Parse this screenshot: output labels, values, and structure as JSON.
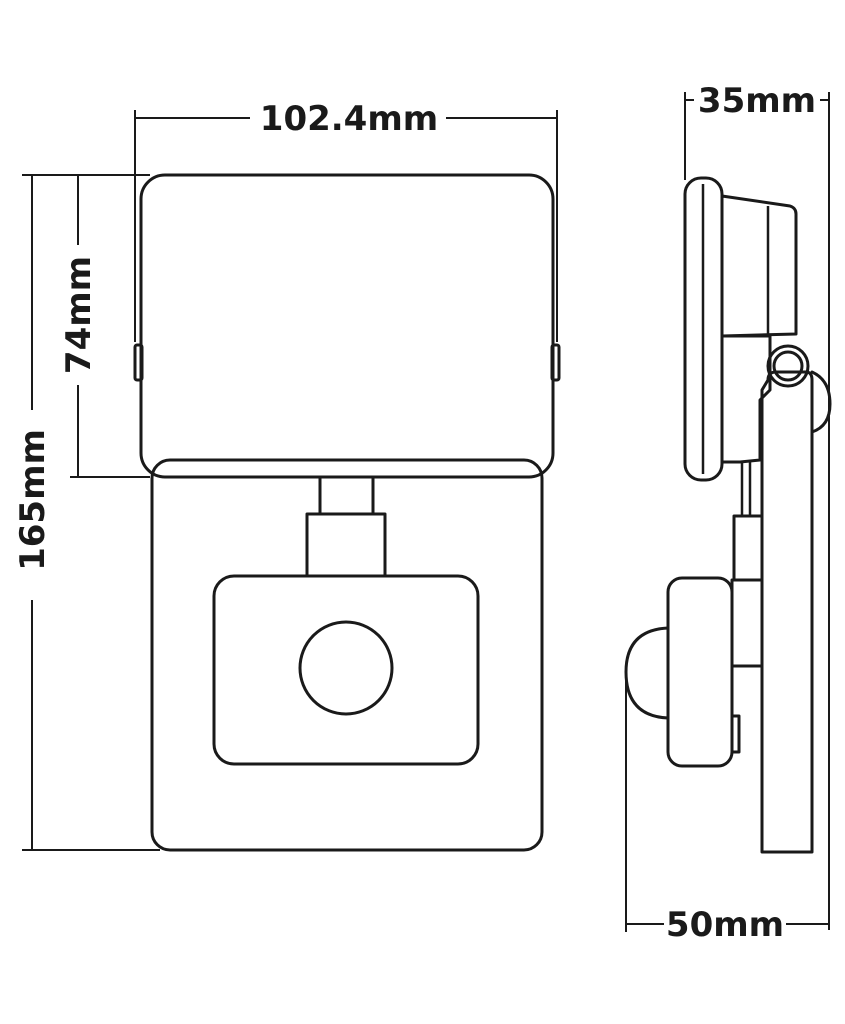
{
  "dimensions": {
    "width": "102.4mm",
    "head_height": "74mm",
    "total_height": "165mm",
    "depth_head": "35mm",
    "depth_total": "50mm"
  },
  "colors": {
    "line": "#1a1a1a",
    "background": "#ffffff"
  }
}
